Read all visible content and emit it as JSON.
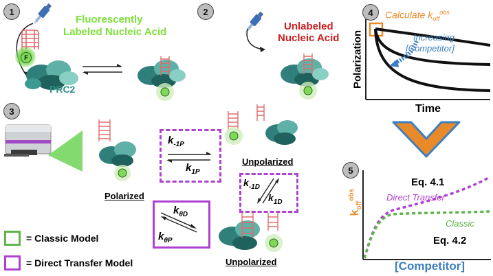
{
  "panels": {
    "p1": {
      "number": "1",
      "probe_label_line1": "Fluorescently",
      "probe_label_line2": "Labeled Nucleic Acid",
      "protein_label": "PRC2",
      "fluor_letter": "F"
    },
    "p2": {
      "number": "2",
      "probe_label_line1": "Unlabeled",
      "probe_label_line2": "Nucleic Acid"
    },
    "p3": {
      "number": "3",
      "state_polarized": "Polarized",
      "state_unpolarized_top": "Unpolarized",
      "state_unpolarized_bottom": "Unpolarized",
      "k_minus1p": {
        "base": "k",
        "sub": "-1P"
      },
      "k_1p": {
        "base": "k",
        "sub": "1P"
      },
      "k_minus1d": {
        "base": "k",
        "sub": "-1D"
      },
      "k_1d": {
        "base": "k",
        "sub": "1D"
      },
      "k_thetad": {
        "base": "k",
        "sub": "θD"
      },
      "k_thetap": {
        "base": "k",
        "sub": "θP"
      }
    },
    "p4": {
      "number": "4",
      "calc_prefix": "Calculate k",
      "calc_sub": "off",
      "calc_sup": "obs",
      "increasing_line1": "Increasing",
      "increasing_line2": "[Competitor]",
      "ylabel": "Polarization",
      "xlabel": "Time"
    },
    "p5": {
      "number": "5",
      "ylabel_base": "k",
      "ylabel_sub": "off",
      "ylabel_sup": "obs",
      "xlabel": "[Competitor]",
      "eq_41": "Eq. 4.1",
      "eq_42": "Eq. 4.2",
      "direct_label": "Direct Transfer",
      "classic_label": "Classic"
    }
  },
  "legend": {
    "classic": "= Classic Model",
    "direct": "= Direct Transfer Model"
  },
  "colors": {
    "green_text": "#7ee03c",
    "red_text": "#cc2020",
    "teal": "#2f8f86",
    "classic_green": "#5fb54a",
    "direct_purple": "#b040d0",
    "orange": "#e88a2a",
    "blue": "#3d7fc0",
    "rna": "#e06b6b"
  }
}
